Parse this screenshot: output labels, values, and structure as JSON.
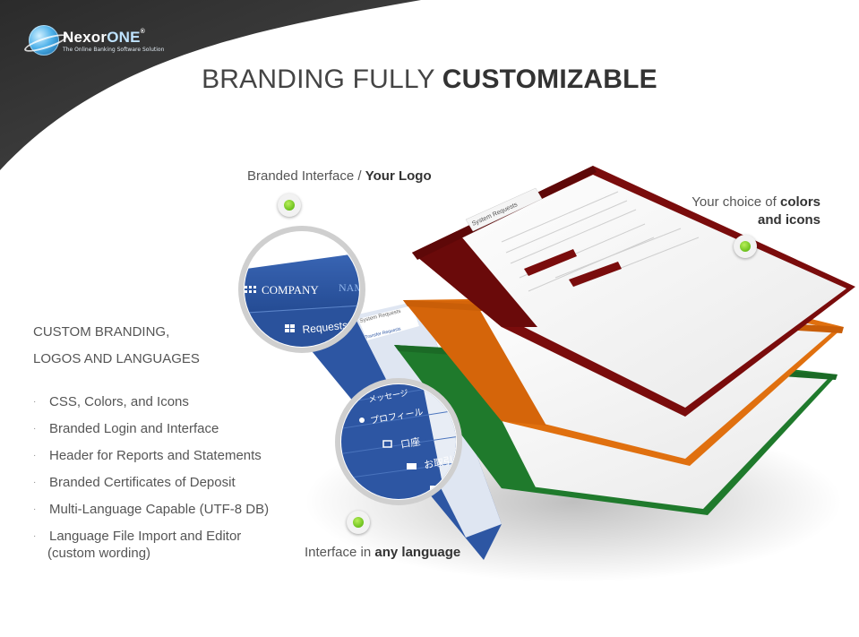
{
  "brand": {
    "name_main": "Nexor",
    "name_accent": "ONE",
    "registered": "®",
    "tagline": "The Online Banking Software Solution"
  },
  "headline": {
    "light": "BRANDING FULLY ",
    "bold": "CUSTOMIZABLE"
  },
  "callouts": {
    "logo": {
      "light": "Branded Interface / ",
      "bold": "Your Logo"
    },
    "colors": {
      "light": "Your choice of ",
      "bold1": "colors",
      "bold2": "and icons"
    },
    "language": {
      "light": "Interface in ",
      "bold": "any language"
    }
  },
  "left": {
    "heading_line1": "CUSTOM BRANDING,",
    "heading_line2": "LOGOS AND LANGUAGES",
    "bullet": "·",
    "features": [
      "CSS, Colors, and Icons",
      "Branded Login and Interface",
      "Header for Reports and Statements",
      "Branded Certificates of Deposit",
      "Multi-Language Capable (UTF-8 DB)",
      "Language File Import and Editor"
    ],
    "feature_continuation": "(custom wording)"
  },
  "magnifier_logo": {
    "company": "COMPANY",
    "company_suffix": "NAME",
    "requests": "Requests"
  },
  "magnifier_lang": {
    "items": [
      "メッセージ",
      "プロフィール",
      "口座",
      "お取引"
    ]
  },
  "screens": {
    "title_red": "System Requests",
    "title_blue": "System Requests",
    "panel_blue": "Transfer Requests"
  },
  "colors": {
    "red": "#7a0c0c",
    "orange": "#e0700f",
    "green": "#1f7a2c",
    "blue": "#2d56a3",
    "accent_green": "#6cc11d",
    "dark_swoosh": "#3a3a3a"
  }
}
